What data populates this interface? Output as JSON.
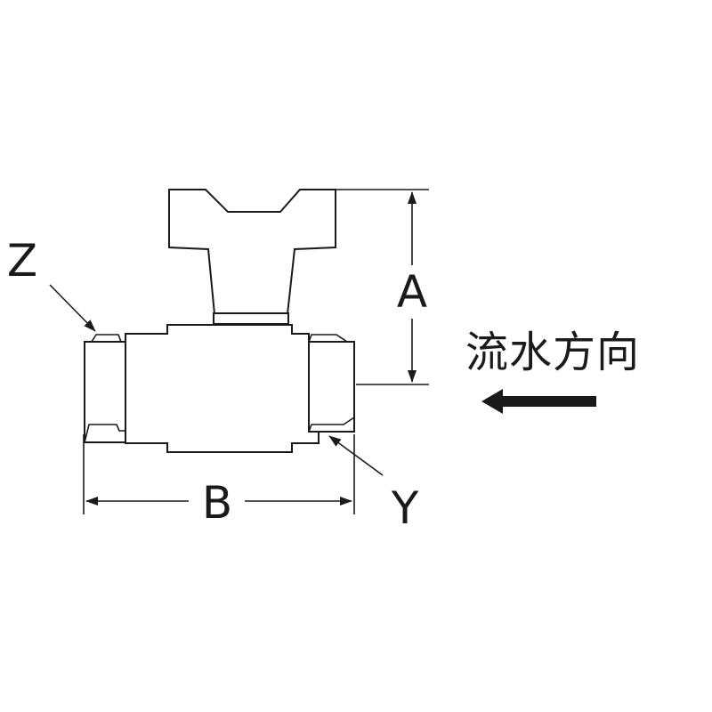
{
  "labels": {
    "z": "Z",
    "y": "Y",
    "a": "A",
    "b": "B"
  },
  "flow_direction": {
    "text": "流水方向",
    "arrow_direction": "left"
  },
  "colors": {
    "line": "#1a1a1a",
    "background": "#ffffff"
  }
}
